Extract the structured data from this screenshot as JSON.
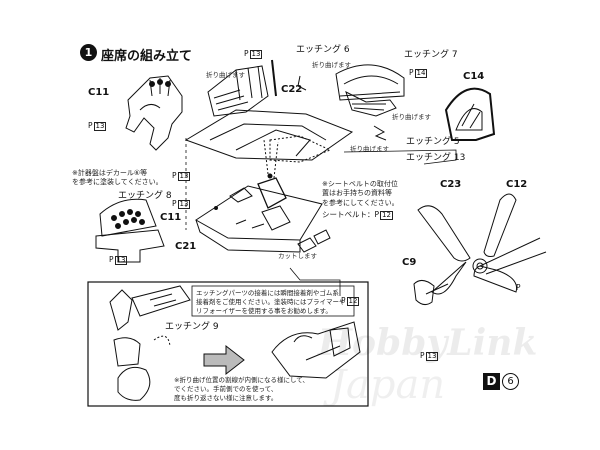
{
  "step": {
    "number": "1",
    "title": "座席の組み立て"
  },
  "parts": {
    "c11_top": "C11",
    "c11_bottom": "C11",
    "c14": "C14",
    "c21": "C21",
    "c22": "C22",
    "c23": "C23",
    "c12": "C12",
    "c9": "C9"
  },
  "etching": {
    "e6": "エッチング 6",
    "e7": "エッチング 7",
    "e8": "エッチング 8",
    "e5": "エッチング 5",
    "e13": "エッチング 13",
    "e9": "エッチング 9"
  },
  "refs": {
    "r1": "P",
    "r1_box": "13",
    "r2": "P",
    "r2_box": "14",
    "r3": "P",
    "r3_box": "13",
    "r4": "P",
    "r4_box": "13",
    "r5": "P",
    "r5_box": "13",
    "r6": "P",
    "r6_box": "13",
    "r7": "P",
    "r7_box": "12",
    "r8": "P",
    "r8_box": "13",
    "r9": "P"
  },
  "small_text": {
    "fold1": "折り曲げます",
    "fold2": "折り曲げます",
    "fold3": "折り曲げます",
    "fold4": "折り曲げます",
    "cut": "カットします"
  },
  "notes": {
    "decal": "※計器盤はデカール⑥等\nを参考に塗装してください。",
    "seatbelt": "※シートベルトの取付位\n置はお手持ちの資料等\nを参考にしてください。",
    "seatbelt_ref": "シートベルト：P",
    "seatbelt_ref_box": "12",
    "etching_info": "エッチングパーツの接着には瞬間接着剤やゴム系\n接着剤をご使用ください。塗装時にはプライマーや\nリフォーイザーを使用する事をお勧めします。",
    "fold_info": "※折り曲げ位置の割線が内側になる様にして、\nでください。手前側でのを使って、\n度も折り返さない様に注意します。"
  },
  "badge": {
    "letter": "D",
    "number": "6"
  },
  "watermark": {
    "line1": "HobbyLink",
    "line2": "Japan"
  }
}
